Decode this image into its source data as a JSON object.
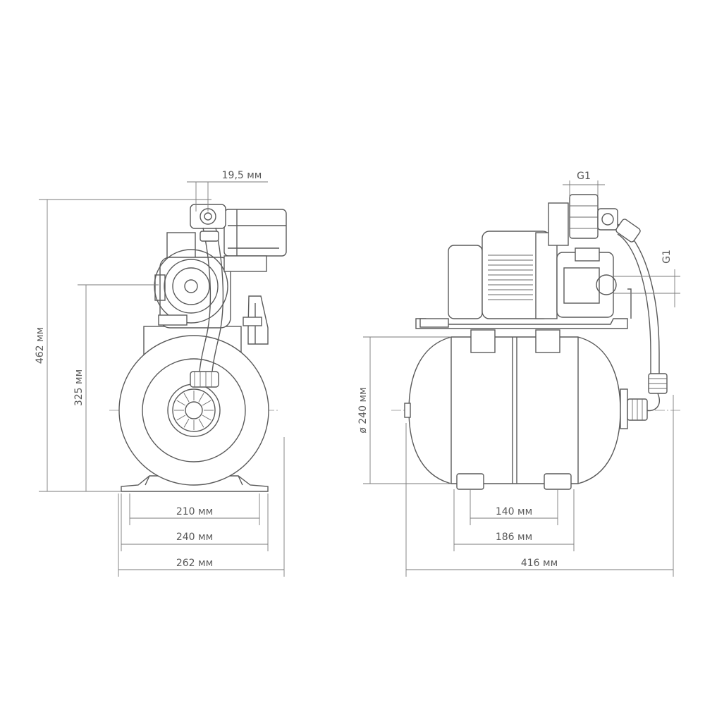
{
  "front_view": {
    "height_total": "462 мм",
    "axis_height": "325 мм",
    "offset_top": "19,5 мм",
    "width_feet": "210 мм",
    "width_base": "240 мм",
    "width_total": "262 мм"
  },
  "side_view": {
    "outlet_thread": "G1",
    "inlet_thread": "G1",
    "tank_diameter": "ø 240 мм",
    "feet_spacing": "140 мм",
    "feet_outer": "186 мм",
    "length_total": "416 мм"
  }
}
